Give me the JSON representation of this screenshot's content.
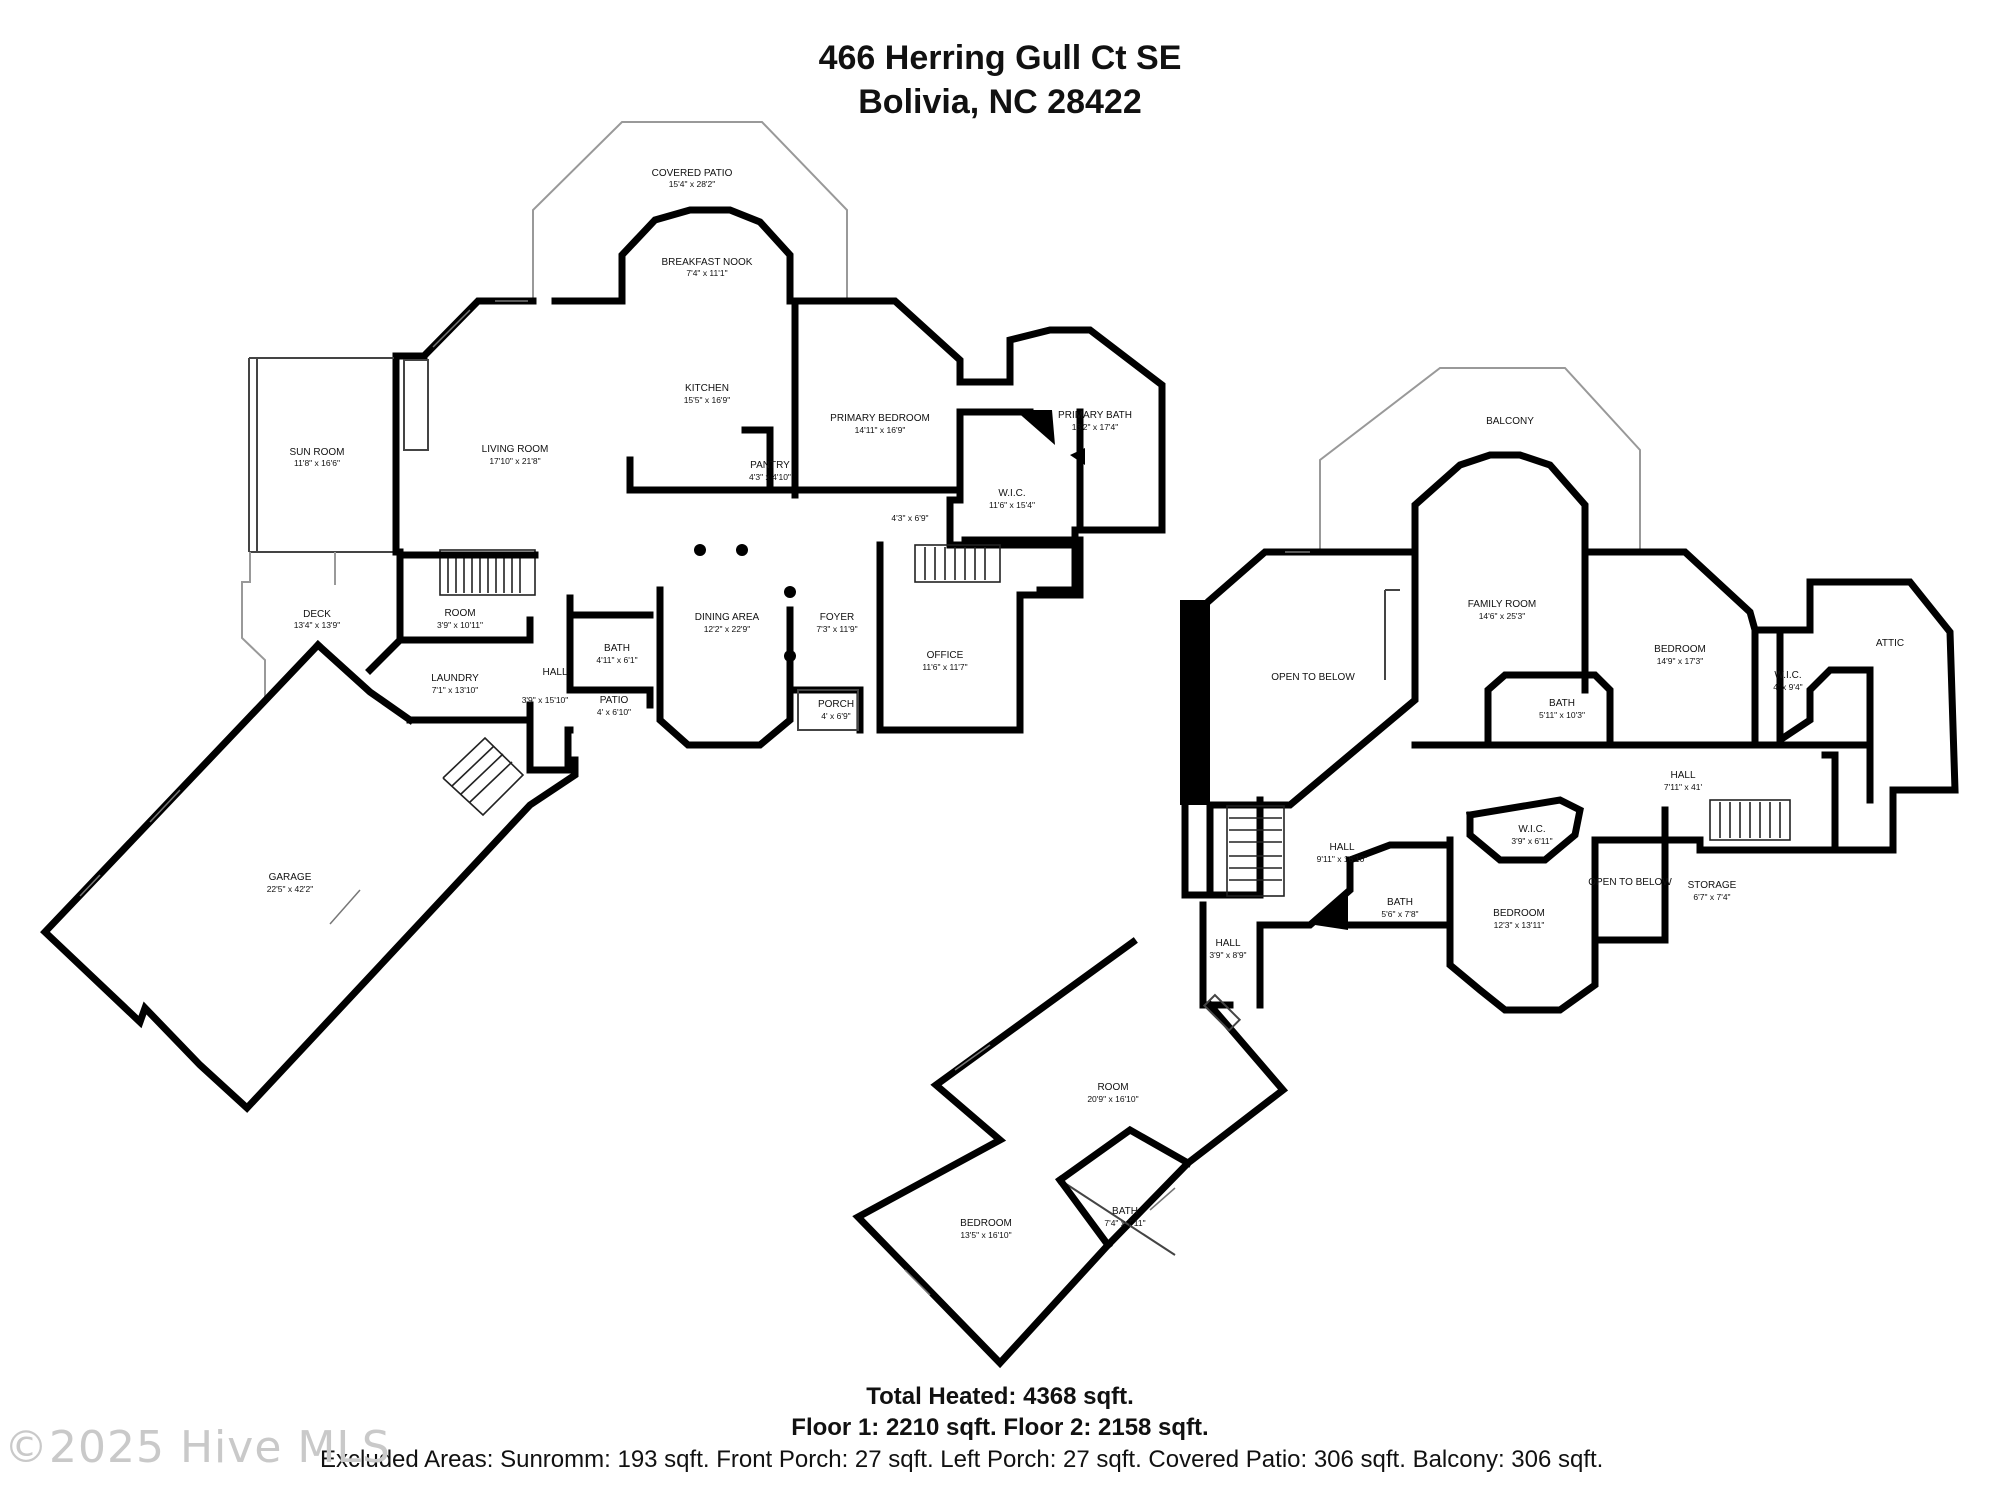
{
  "header": {
    "address_line1": "466 Herring Gull Ct SE",
    "address_line2": "Bolivia, NC 28422"
  },
  "footer": {
    "total": "Total Heated: 4368 sqft.",
    "floors": "Floor 1: 2210 sqft. Floor 2: 2158 sqft.",
    "excluded": "Excluded Areas: Sunromm: 193 sqft. Front Porch: 27 sqft. Left Porch: 27 sqft. Covered Patio: 306 sqft. Balcony: 306 sqft."
  },
  "watermark": "©2025 Hive MLS",
  "floor1": {
    "rooms": [
      {
        "name": "COVERED PATIO",
        "dim": "15'4\" x 28'2\""
      },
      {
        "name": "BREAKFAST NOOK",
        "dim": "7'4\" x 11'1\""
      },
      {
        "name": "KITCHEN",
        "dim": "15'5\" x 16'9\""
      },
      {
        "name": "PRIMARY BEDROOM",
        "dim": "14'11\" x 16'9\""
      },
      {
        "name": "PRIMARY BATH",
        "dim": "13'2\" x 17'4\""
      },
      {
        "name": "SUN ROOM",
        "dim": "11'8\" x 16'6\""
      },
      {
        "name": "LIVING ROOM",
        "dim": "17'10\" x 21'8\""
      },
      {
        "name": "PANTRY",
        "dim": "4'3\" x 4'10\""
      },
      {
        "name": "W.I.C.",
        "dim": "11'6\" x 15'4\""
      },
      {
        "name": "",
        "dim": "4'3\" x 6'9\""
      },
      {
        "name": "DECK",
        "dim": "13'4\" x 13'9\""
      },
      {
        "name": "ROOM",
        "dim": "3'9\" x 10'11\""
      },
      {
        "name": "DINING AREA",
        "dim": "12'2\" x 22'9\""
      },
      {
        "name": "FOYER",
        "dim": "7'3\" x 11'9\""
      },
      {
        "name": "OFFICE",
        "dim": "11'6\" x 11'7\""
      },
      {
        "name": "BATH",
        "dim": "4'11\" x 6'1\""
      },
      {
        "name": "LAUNDRY",
        "dim": "7'1\" x 13'10\""
      },
      {
        "name": "HALL",
        "dim": "3'9\" x 15'10\""
      },
      {
        "name": "PATIO",
        "dim": "4' x 6'10\""
      },
      {
        "name": "PORCH",
        "dim": "4' x 6'9\""
      },
      {
        "name": "GARAGE",
        "dim": "22'5\" x 42'2\""
      }
    ]
  },
  "floor2": {
    "rooms": [
      {
        "name": "BALCONY",
        "dim": ""
      },
      {
        "name": "FAMILY ROOM",
        "dim": "14'6\" x 25'3\""
      },
      {
        "name": "BEDROOM",
        "dim": "14'9\" x 17'3\""
      },
      {
        "name": "ATTIC",
        "dim": ""
      },
      {
        "name": "OPEN TO BELOW",
        "dim": ""
      },
      {
        "name": "W.I.C.",
        "dim": "4' x 9'4\""
      },
      {
        "name": "BATH",
        "dim": "5'11\" x 10'3\""
      },
      {
        "name": "HALL",
        "dim": "7'11\" x 41'"
      },
      {
        "name": "W.I.C.",
        "dim": "3'9\" x 6'11\""
      },
      {
        "name": "HALL",
        "dim": "9'11\" x 16'10\""
      },
      {
        "name": "OPEN TO BELOW",
        "dim": ""
      },
      {
        "name": "STORAGE",
        "dim": "6'7\" x 7'4\""
      },
      {
        "name": "BATH",
        "dim": "5'6\" x 7'8\""
      },
      {
        "name": "BEDROOM",
        "dim": "12'3\" x 13'11\""
      },
      {
        "name": "HALL",
        "dim": "3'9\" x 8'9\""
      },
      {
        "name": "ROOM",
        "dim": "20'9\" x 16'10\""
      },
      {
        "name": "BEDROOM",
        "dim": "13'5\" x 16'10\""
      },
      {
        "name": "BATH",
        "dim": "7'4\" x 7'11\""
      }
    ]
  }
}
